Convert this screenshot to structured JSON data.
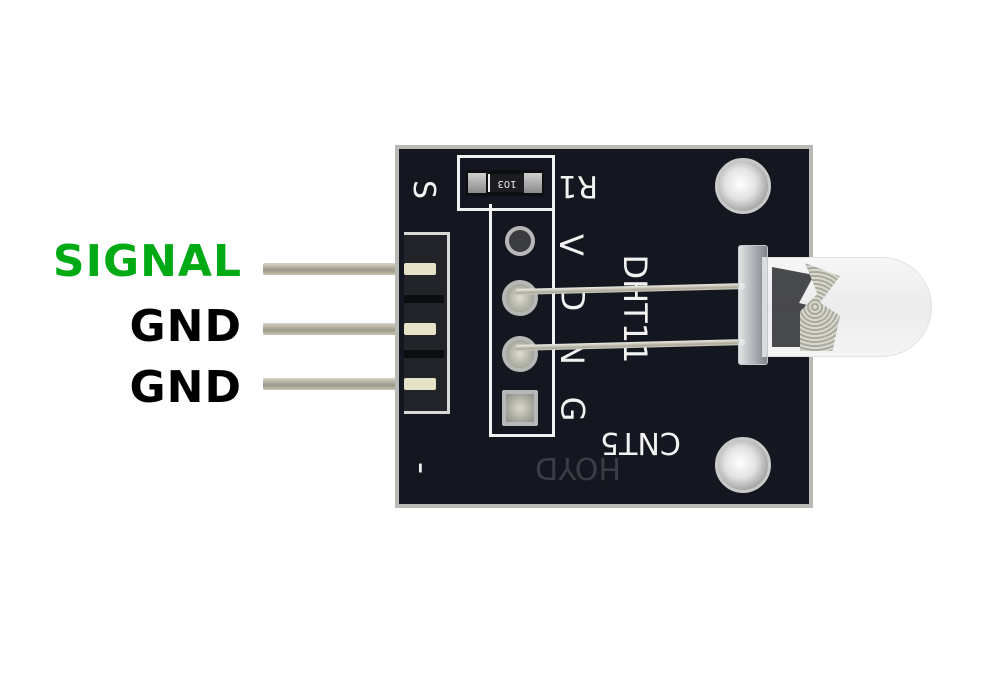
{
  "pin_labels": {
    "signal": {
      "text": "SIGNAL",
      "color": "#00aa14"
    },
    "gnd_1": {
      "text": "GND",
      "color": "#000000"
    },
    "gnd_2": {
      "text": "GND",
      "color": "#000000"
    }
  },
  "board": {
    "color": "#14171f",
    "silkscreen": {
      "pin_marker_s": "S",
      "pin_marker_minus": "-",
      "resistor_ref": "R1",
      "resistor_code": "103",
      "sensor_pins": [
        "V",
        "D",
        "N",
        "G"
      ],
      "part_label": "DHT11",
      "connector_label": "CNT5",
      "brand_emboss": "HOYD"
    }
  }
}
